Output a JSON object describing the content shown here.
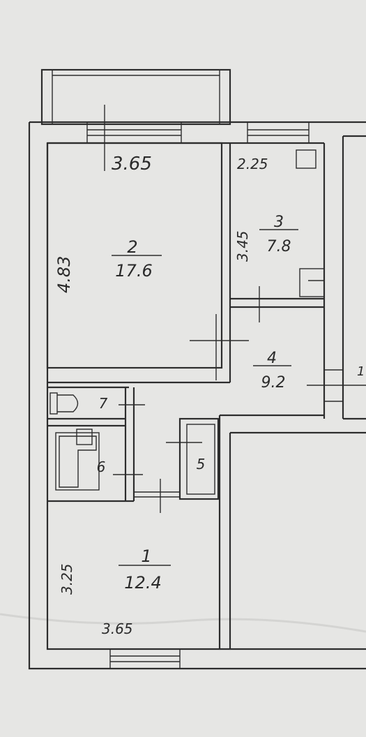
{
  "plan": {
    "rooms": [
      {
        "id": "room-2",
        "number": "2",
        "area": "17.6"
      },
      {
        "id": "room-3",
        "number": "3",
        "area": "7.8"
      },
      {
        "id": "room-4",
        "number": "4",
        "area": "9.2"
      },
      {
        "id": "room-1",
        "number": "1",
        "area": "12.4"
      },
      {
        "id": "room-5",
        "number": "5"
      },
      {
        "id": "room-6",
        "number": "6"
      },
      {
        "id": "room-7",
        "number": "7"
      }
    ],
    "dimensions": {
      "room2_width": "3.65",
      "room2_height": "4.83",
      "room3_width": "2.25",
      "room3_height": "3.45",
      "room1_width": "3.65",
      "room1_height": "3.25",
      "right_edge_label": "1"
    }
  }
}
